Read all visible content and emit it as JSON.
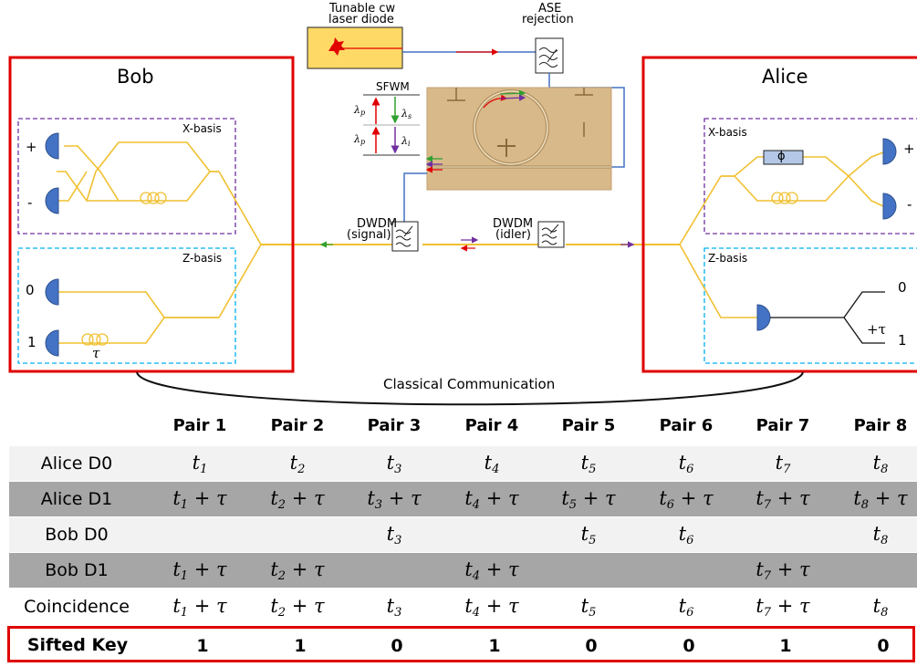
{
  "diagram": {
    "laser_label_line1": "Tunable cw",
    "laser_label_line2": "laser diode",
    "ase_label_line1": "ASE",
    "ase_label_line2": "rejection",
    "bob_title": "Bob",
    "alice_title": "Alice",
    "bob_x_basis": "X-basis",
    "bob_z_basis": "Z-basis",
    "alice_x_basis": "X-basis",
    "alice_z_basis": "Z-basis",
    "bob_plus": "+",
    "bob_minus": "-",
    "bob_zero": "0",
    "bob_one": "1",
    "bob_tau": "τ",
    "alice_plus": "+",
    "alice_minus": "-",
    "alice_zero": "0",
    "alice_one": "1",
    "alice_plus_tau": "+τ",
    "phase_label": "ϕ",
    "sfwm_label": "SFWM",
    "lambda_p1": "λp",
    "lambda_p2": "λp",
    "lambda_s": "λs",
    "lambda_i": "λi",
    "dwdm_signal_line1": "DWDM",
    "dwdm_signal_line2": "(signal)",
    "dwdm_idler_line1": "DWDM",
    "dwdm_idler_line2": "(idler)",
    "classical_comm": "Classical Communication",
    "colors": {
      "box_red": "#e00000",
      "x_basis_purple": "#7030a0",
      "z_basis_cyan": "#00b0f0",
      "fiber_yellow": "#f0c030",
      "detector_blue": "#4472c4",
      "laser_yellow": "#ffd966",
      "fiber_blue": "#4472c4"
    }
  },
  "table": {
    "headers": [
      "Pair 1",
      "Pair 2",
      "Pair 3",
      "Pair 4",
      "Pair 5",
      "Pair 6",
      "Pair 7",
      "Pair 8"
    ],
    "rows": [
      {
        "label": "Alice D0",
        "cells": [
          "t1",
          "t2",
          "t3",
          "t4",
          "t5",
          "t6",
          "t7",
          "t8"
        ]
      },
      {
        "label": "Alice D1",
        "cells": [
          "t1 + τ",
          "t2 + τ",
          "t3 + τ",
          "t4 + τ",
          "t5 + τ",
          "t6 + τ",
          "t7 + τ",
          "t8 + τ"
        ]
      },
      {
        "label": "Bob D0",
        "cells": [
          "",
          "",
          "t3",
          "",
          "t5",
          "t6",
          "",
          "t8"
        ]
      },
      {
        "label": "Bob D1",
        "cells": [
          "t1 + τ",
          "t2 + τ",
          "",
          "t4 + τ",
          "",
          "",
          "t7 + τ",
          ""
        ]
      },
      {
        "label": "Coincidence",
        "cells": [
          "t1 + τ",
          "t2 + τ",
          "t3",
          "t4 + τ",
          "t5",
          "t6",
          "t7 + τ",
          "t8"
        ]
      }
    ],
    "sifted_label": "Sifted Key",
    "sifted_values": [
      "1",
      "1",
      "0",
      "1",
      "0",
      "0",
      "1",
      "0"
    ]
  }
}
